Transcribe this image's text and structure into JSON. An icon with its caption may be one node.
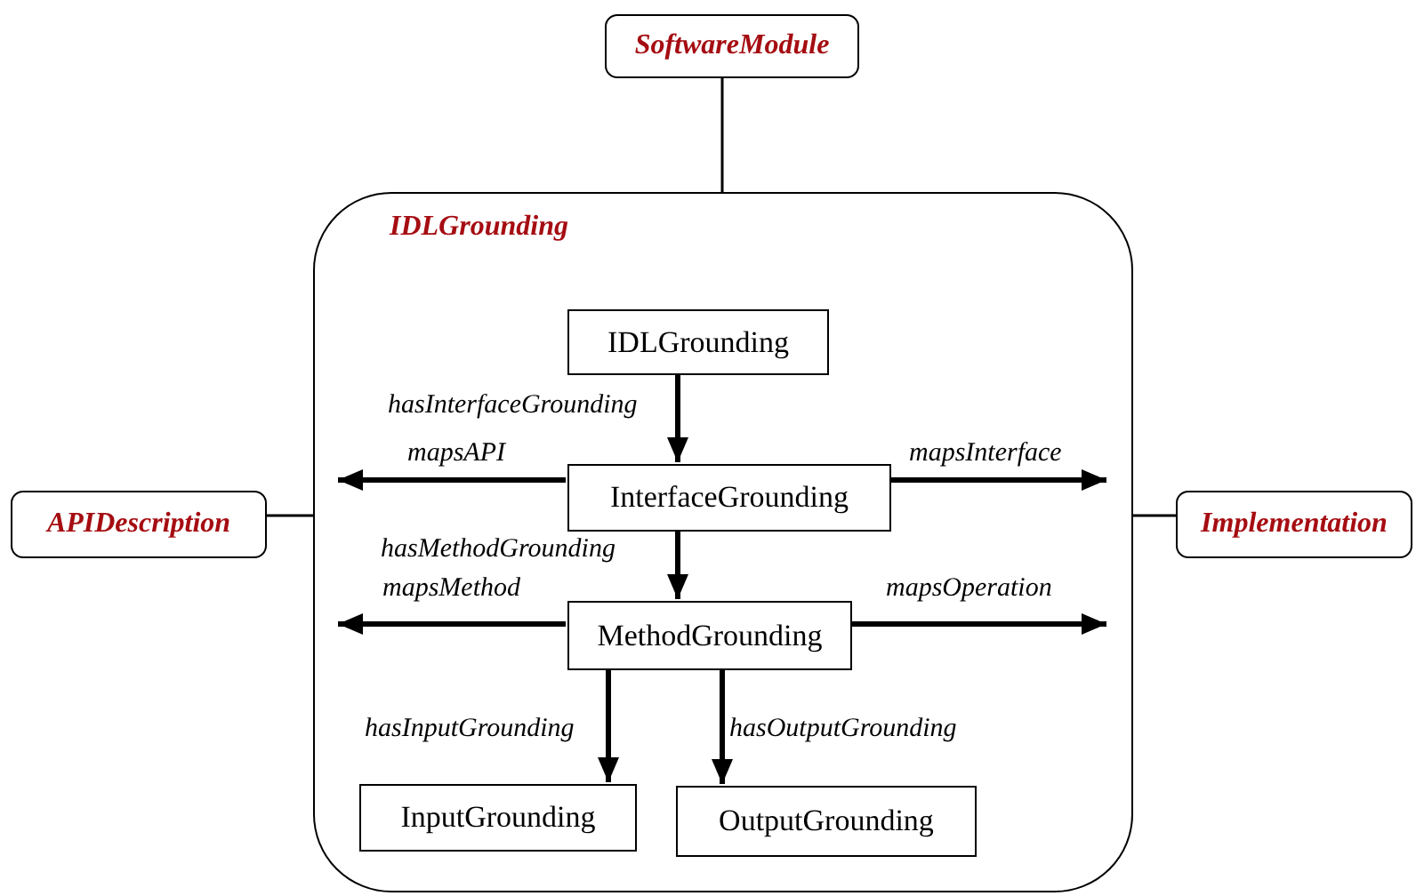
{
  "diagram": {
    "nodes": [
      {
        "text": [
          "SoftwareModule"
        ]
      },
      {
        "text": [
          "IDLGrounding"
        ]
      },
      {
        "text": [
          "IDLGrounding"
        ],
        "in": 1
      },
      {
        "text": [
          "InterfaceGrounding"
        ],
        "in": 1
      },
      {
        "text": [
          "MethodGrounding"
        ],
        "in": 1
      },
      {
        "text": [
          "InputGrounding"
        ],
        "in": 1
      },
      {
        "text": [
          "OutputGrounding"
        ],
        "in": 1
      },
      {
        "text": [
          "APIDescription"
        ]
      },
      {
        "text": [
          "Implementation"
        ]
      }
    ],
    "edges": [
      {
        "from": 0,
        "to": 1,
        "arrow": "none"
      },
      {
        "from": 7,
        "to": 1,
        "arrow": "none"
      },
      {
        "from": 1,
        "to": 8,
        "arrow": "none"
      },
      {
        "from": 2,
        "to": 3,
        "arrow": "to",
        "label": "hasInterfaceGrounding"
      },
      {
        "from": 3,
        "to": 4,
        "arrow": "to",
        "label": "hasMethodGrounding"
      },
      {
        "from": 4,
        "to": 5,
        "arrow": "to",
        "label": "hasInputGrounding"
      },
      {
        "from": 4,
        "to": 6,
        "arrow": "to",
        "label": "hasOutputGrounding"
      },
      {
        "from": 3,
        "to": null,
        "arrow": "to",
        "label": "mapsAPI"
      },
      {
        "from": 3,
        "to": null,
        "arrow": "to",
        "label": "mapsInterface"
      },
      {
        "from": 4,
        "to": null,
        "arrow": "to",
        "label": "mapsMethod"
      },
      {
        "from": 4,
        "to": null,
        "arrow": "to",
        "label": "mapsOperation"
      }
    ]
  }
}
